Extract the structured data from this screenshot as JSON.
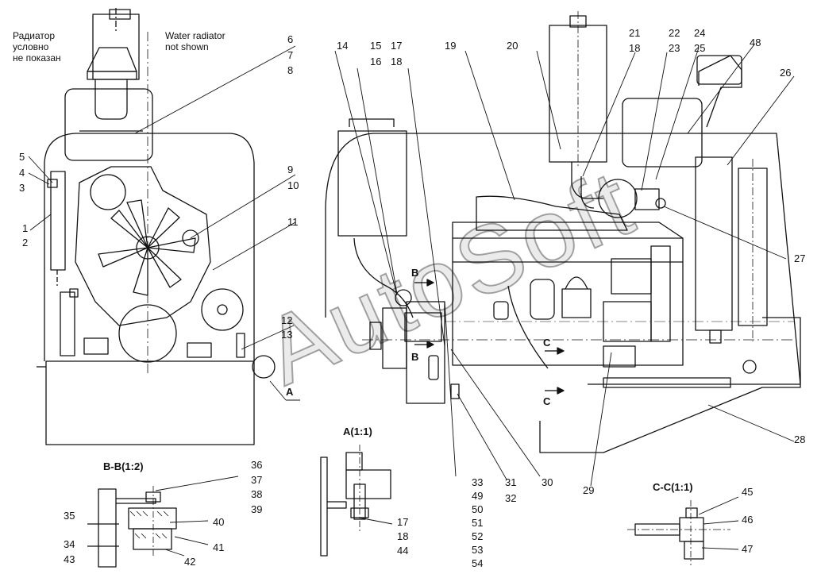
{
  "notes": {
    "radiator_ru": "Радиатор условно не показан",
    "radiator_ru_lines": [
      "Радиатор",
      "условно",
      "не показан"
    ],
    "radiator_en_lines": [
      "Water radiator",
      "not shown"
    ]
  },
  "sections": {
    "bb": "B-B(1:2)",
    "a": "A(1:1)",
    "cc": "C-C(1:1)"
  },
  "view_markers": {
    "a": "A",
    "b_top": "B",
    "b_bottom": "B",
    "c_top": "C",
    "c_bottom": "C"
  },
  "watermark": "AutoSoft",
  "callouts": {
    "left": [
      "5",
      "4",
      "3",
      "1",
      "2",
      "6",
      "7",
      "8",
      "9",
      "10",
      "11",
      "12",
      "13"
    ],
    "main_top": [
      "14",
      "15",
      "16",
      "17",
      "18",
      "19",
      "20",
      "21",
      "18",
      "22",
      "23",
      "24",
      "25",
      "48",
      "26",
      "27",
      "28"
    ],
    "main_bottom": [
      "33",
      "49",
      "50",
      "51",
      "52",
      "53",
      "54",
      "31",
      "32",
      "30",
      "29"
    ],
    "bb": [
      "36",
      "37",
      "38",
      "39",
      "35",
      "40",
      "34",
      "43",
      "41",
      "42"
    ],
    "a": [
      "17",
      "18",
      "44"
    ],
    "cc": [
      "45",
      "46",
      "47"
    ]
  }
}
